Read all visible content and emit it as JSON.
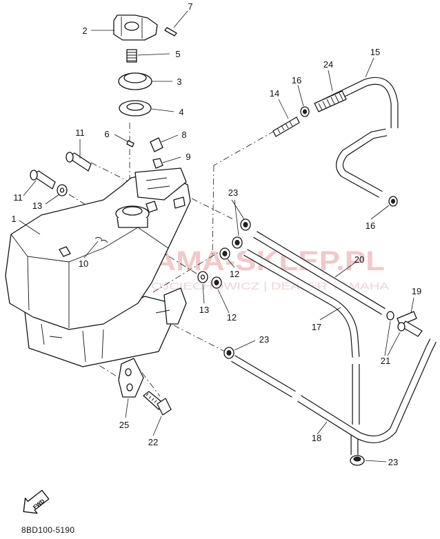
{
  "diagram": {
    "code": "8BD100-5190",
    "fwd_label": "FWD",
    "watermark": {
      "title": "YAMA-SKLEP.PL",
      "subtitle": "WOJCIECHOWICZ | DEALER YAMAHA"
    },
    "callouts": [
      {
        "id": "c1",
        "text": "1"
      },
      {
        "id": "c2",
        "text": "2"
      },
      {
        "id": "c3",
        "text": "3"
      },
      {
        "id": "c4",
        "text": "4"
      },
      {
        "id": "c5",
        "text": "5"
      },
      {
        "id": "c6",
        "text": "6"
      },
      {
        "id": "c7",
        "text": "7"
      },
      {
        "id": "c8",
        "text": "8"
      },
      {
        "id": "c9",
        "text": "9"
      },
      {
        "id": "c10",
        "text": "10"
      },
      {
        "id": "c11a",
        "text": "11"
      },
      {
        "id": "c11b",
        "text": "11"
      },
      {
        "id": "c12a",
        "text": "12"
      },
      {
        "id": "c12b",
        "text": "12"
      },
      {
        "id": "c13a",
        "text": "13"
      },
      {
        "id": "c13b",
        "text": "13"
      },
      {
        "id": "c14",
        "text": "14"
      },
      {
        "id": "c15",
        "text": "15"
      },
      {
        "id": "c16a",
        "text": "16"
      },
      {
        "id": "c16b",
        "text": "16"
      },
      {
        "id": "c17",
        "text": "17"
      },
      {
        "id": "c18",
        "text": "18"
      },
      {
        "id": "c19",
        "text": "19"
      },
      {
        "id": "c20",
        "text": "20"
      },
      {
        "id": "c21",
        "text": "21"
      },
      {
        "id": "c22",
        "text": "22"
      },
      {
        "id": "c23a",
        "text": "23"
      },
      {
        "id": "c23b",
        "text": "23"
      },
      {
        "id": "c23c",
        "text": "23"
      },
      {
        "id": "c24",
        "text": "24"
      },
      {
        "id": "c25",
        "text": "25"
      }
    ]
  }
}
